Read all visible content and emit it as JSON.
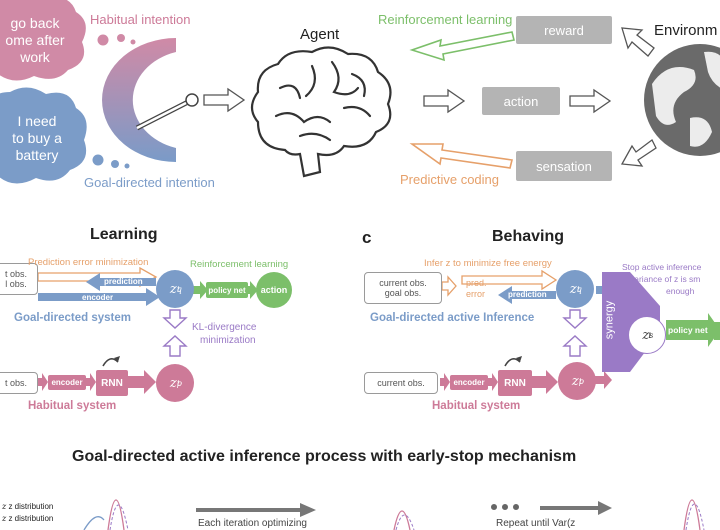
{
  "top": {
    "bubble_habitual": [
      "go back",
      "ome after",
      "work"
    ],
    "bubble_goal": [
      "I need",
      "to buy a",
      "battery"
    ],
    "habitual_intention": "Habitual intention",
    "goal_directed_intention": "Goal-directed intention",
    "agent": "Agent",
    "environment": "Environm",
    "reinforcement_learning": "Reinforcement learning",
    "predictive_coding": "Predictive coding",
    "reward": "reward",
    "action": "action",
    "sensation": "sensation"
  },
  "learning": {
    "title": "Learning",
    "obs_lines": [
      "t obs.",
      "l obs."
    ],
    "obs2": "t obs.",
    "prediction_error_minimization": "Prediction error minimization",
    "prediction": "prediction",
    "encoder": "encoder",
    "reinforcement_learning": "Reinforcement learning",
    "policy_net": "policy net",
    "action": "action",
    "goal_directed_system": "Goal-directed system",
    "kl_divergence": [
      "KL-divergence",
      "minimization"
    ],
    "encoder2": "encoder",
    "rnn": "RNN",
    "habitual_system": "Habitual system"
  },
  "behaving": {
    "panel_label": "c",
    "title": "Behaving",
    "infer_text": "Infer z to minimize free energy",
    "obs_lines": [
      "current obs.",
      "goal obs."
    ],
    "pred_error": [
      "pred.",
      "error"
    ],
    "prediction": "prediction",
    "goal_directed_active_inference": "Goal-directed active Inference",
    "current_obs": "current obs.",
    "encoder": "encoder",
    "rnn": "RNN",
    "habitual_system": "Habitual system",
    "synergy": "synergy",
    "stop_text": [
      "Stop active inference",
      "variance of z is sm",
      "enough"
    ],
    "policy_net": "policy net"
  },
  "bottom": {
    "title": "Goal-directed active inference process with early-stop mechanism",
    "legend": [
      "z distribution",
      "z distribution"
    ],
    "each_iteration": "Each iteration optimizing",
    "repeat_until": "Repeat until Var(z"
  },
  "colors": {
    "pink": "#cd7a98",
    "blue": "#7b9cc8",
    "green": "#7cbf6a",
    "orange": "#e6a06a",
    "purple": "#9a7ac6",
    "gray": "#b4b4b4"
  }
}
